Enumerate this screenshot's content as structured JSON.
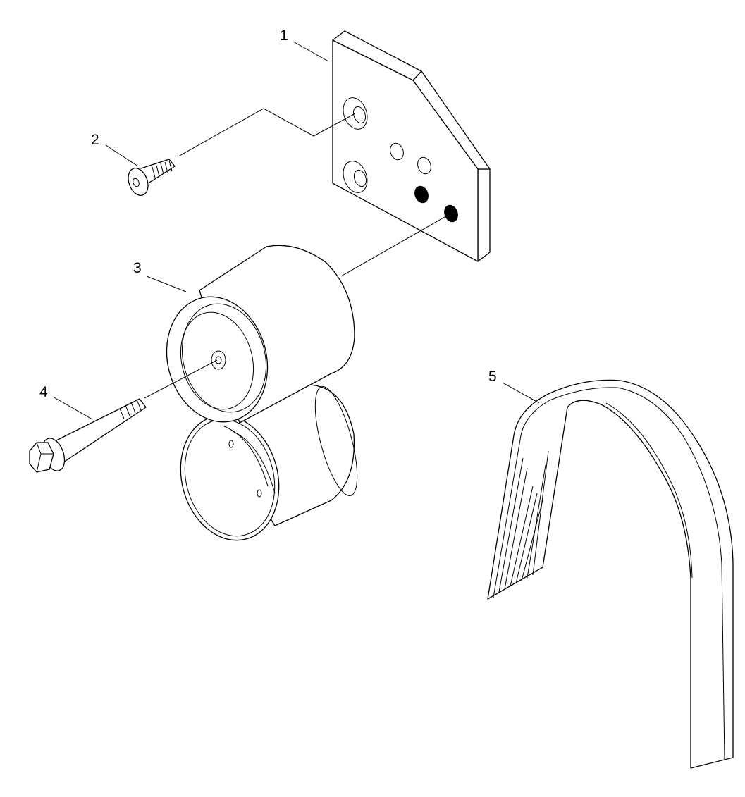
{
  "callouts": [
    {
      "id": "1",
      "part": "bracket-plate"
    },
    {
      "id": "2",
      "part": "countersunk-screw"
    },
    {
      "id": "3",
      "part": "idler-pulley"
    },
    {
      "id": "4",
      "part": "flange-bolt"
    },
    {
      "id": "5",
      "part": "poly-v-belt"
    }
  ]
}
